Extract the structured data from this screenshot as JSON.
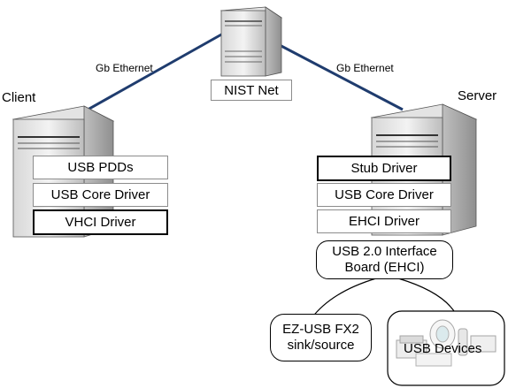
{
  "links": {
    "left_label": "Gb Ethernet",
    "right_label": "Gb Ethernet",
    "color": "#1f3c6e"
  },
  "nist": {
    "label": "NIST Net"
  },
  "client": {
    "title": "Client",
    "stack": [
      "USB PDDs",
      "USB Core Driver",
      "VHCI Driver"
    ]
  },
  "server": {
    "title": "Server",
    "stack": [
      "Stub Driver",
      "USB Core Driver",
      "EHCI Driver"
    ],
    "interface_board": [
      "USB 2.0 Interface",
      "Board (EHCI)"
    ]
  },
  "devices": {
    "ezusb": [
      "EZ-USB FX2",
      "sink/source"
    ],
    "usb_devices": "USB Devices"
  }
}
